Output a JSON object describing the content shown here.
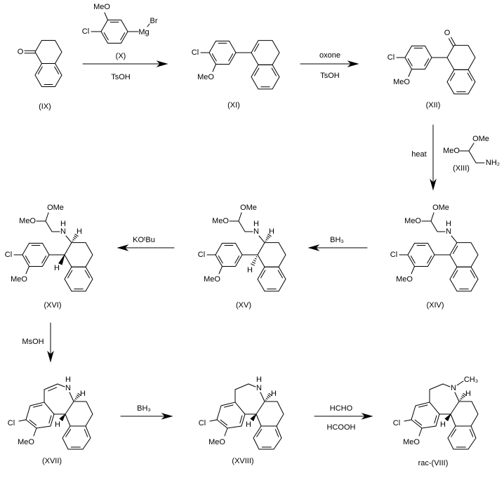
{
  "compounds": {
    "IX": "(IX)",
    "X": "(X)",
    "XI": "(XI)",
    "XII": "(XII)",
    "XIII": "(XIII)",
    "XIV": "(XIV)",
    "XV": "(XV)",
    "XVI": "(XVI)",
    "XVII": "(XVII)",
    "XVIII": "(XVIII)",
    "VIII": "rac-(VIII)"
  },
  "atoms": {
    "O": "O",
    "Cl": "Cl",
    "MeO": "MeO",
    "OMe": "OMe",
    "Mg": "Mg",
    "Br": "Br",
    "N": "N",
    "H": "H",
    "NH2": "NH₂",
    "CH3": "CH₃"
  },
  "reagents": {
    "step1_below": "TsOH",
    "step2_above": "oxone",
    "step2_below": "TsOH",
    "step3": "heat",
    "step4": "BH₃",
    "step5": "KOᵗBu",
    "step6": "MsOH",
    "step7": "BH₃",
    "step8_above": "HCHO",
    "step8_below": "HCOOH"
  }
}
